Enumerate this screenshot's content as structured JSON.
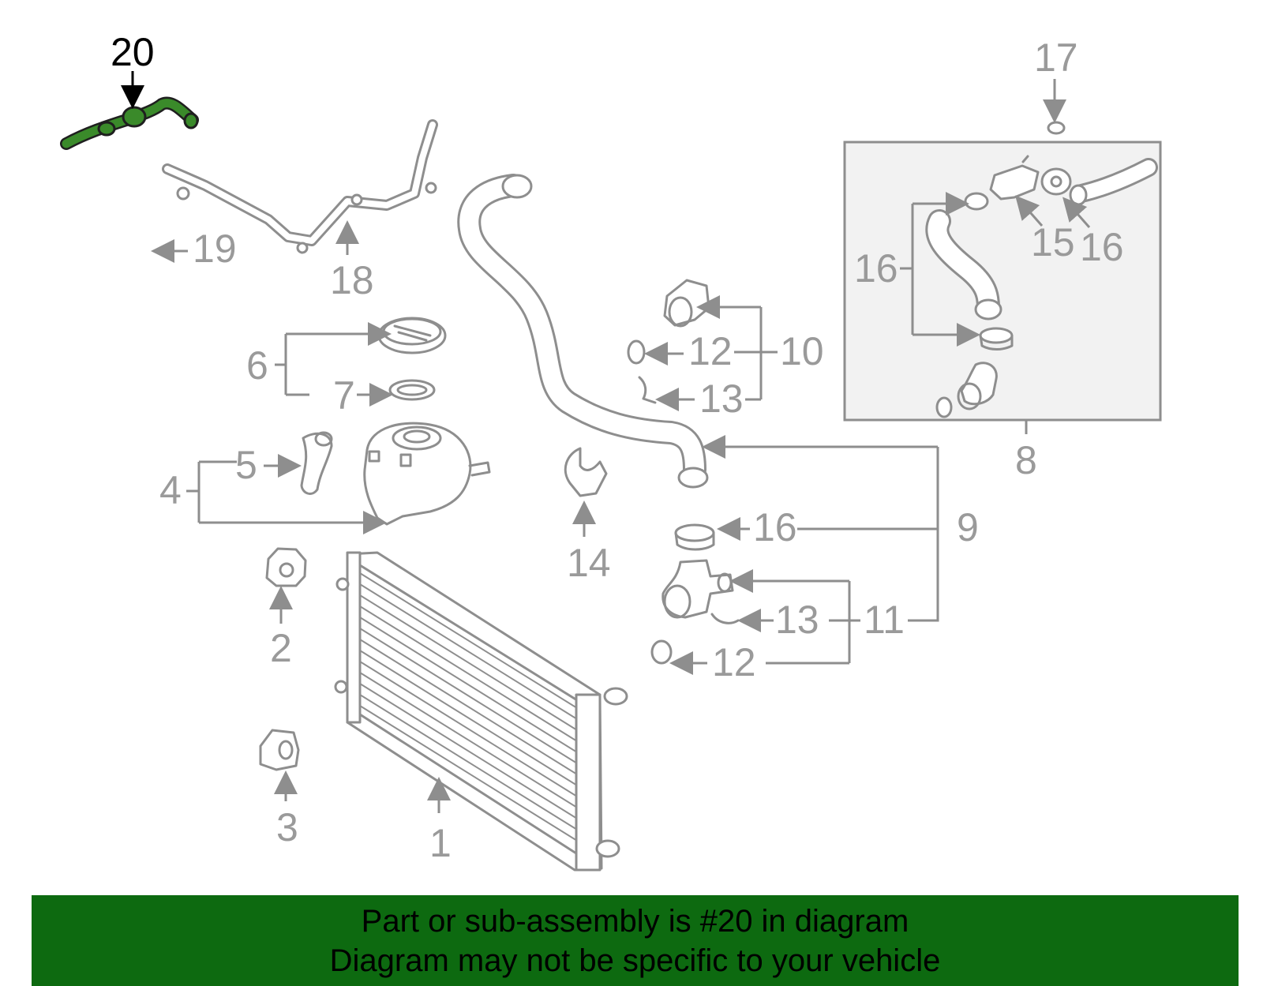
{
  "diagram": {
    "highlighted_part": "20",
    "callouts": {
      "c1": "1",
      "c2": "2",
      "c3": "3",
      "c4": "4",
      "c5": "5",
      "c6": "6",
      "c7": "7",
      "c8": "8",
      "c9": "9",
      "c10": "10",
      "c11": "11",
      "c12a": "12",
      "c12b": "12",
      "c13a": "13",
      "c13b": "13",
      "c14": "14",
      "c15": "15",
      "c16a": "16",
      "c16b": "16",
      "c16c": "16",
      "c17": "17",
      "c18": "18",
      "c19": "19",
      "c20": "20"
    },
    "colors": {
      "highlight": "#1f6b1f",
      "parts": "#8e8e8e",
      "banner": "#0d6a10",
      "inset_bg": "#f2f2f2"
    }
  },
  "banner": {
    "line1": "Part or sub-assembly is #20 in diagram",
    "line2": "Diagram may not be specific to your vehicle"
  }
}
